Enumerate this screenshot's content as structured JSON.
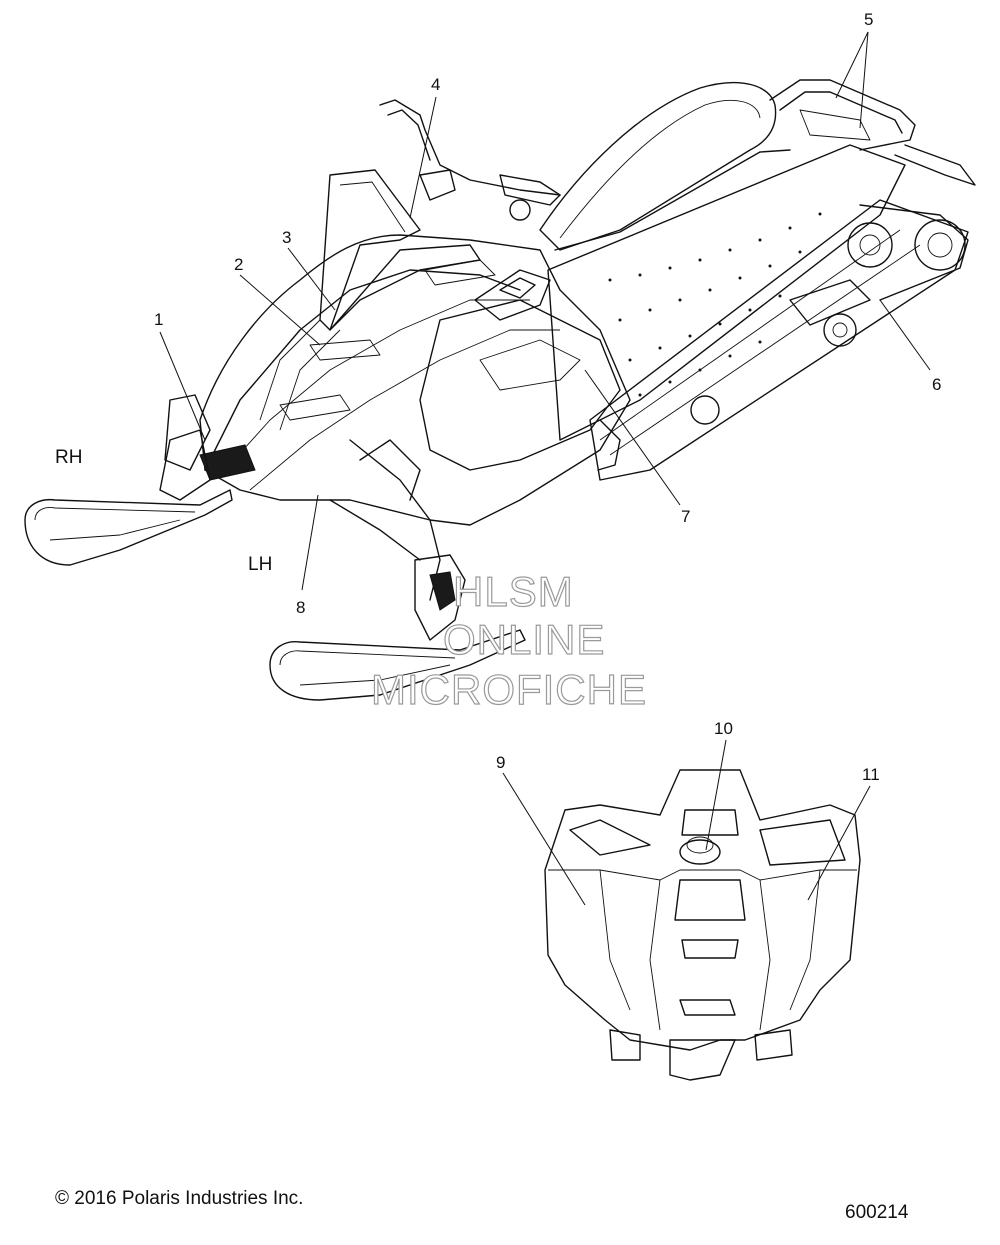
{
  "callouts": {
    "c1": "1",
    "c2": "2",
    "c3": "3",
    "c4": "4",
    "c5": "5",
    "c6": "6",
    "c7": "7",
    "c8": "8",
    "c9": "9",
    "c10": "10",
    "c11": "11"
  },
  "side_labels": {
    "rh": "RH",
    "lh": "LH"
  },
  "watermark": {
    "line1": "HLSM",
    "line2": "ONLINE",
    "line3": "MICROFICHE"
  },
  "footer": {
    "copyright": "© 2016 Polaris Industries Inc.",
    "figure_number": "600214"
  },
  "colors": {
    "line": "#111111",
    "background": "#ffffff",
    "watermark_outline": "#9a9a9a"
  }
}
